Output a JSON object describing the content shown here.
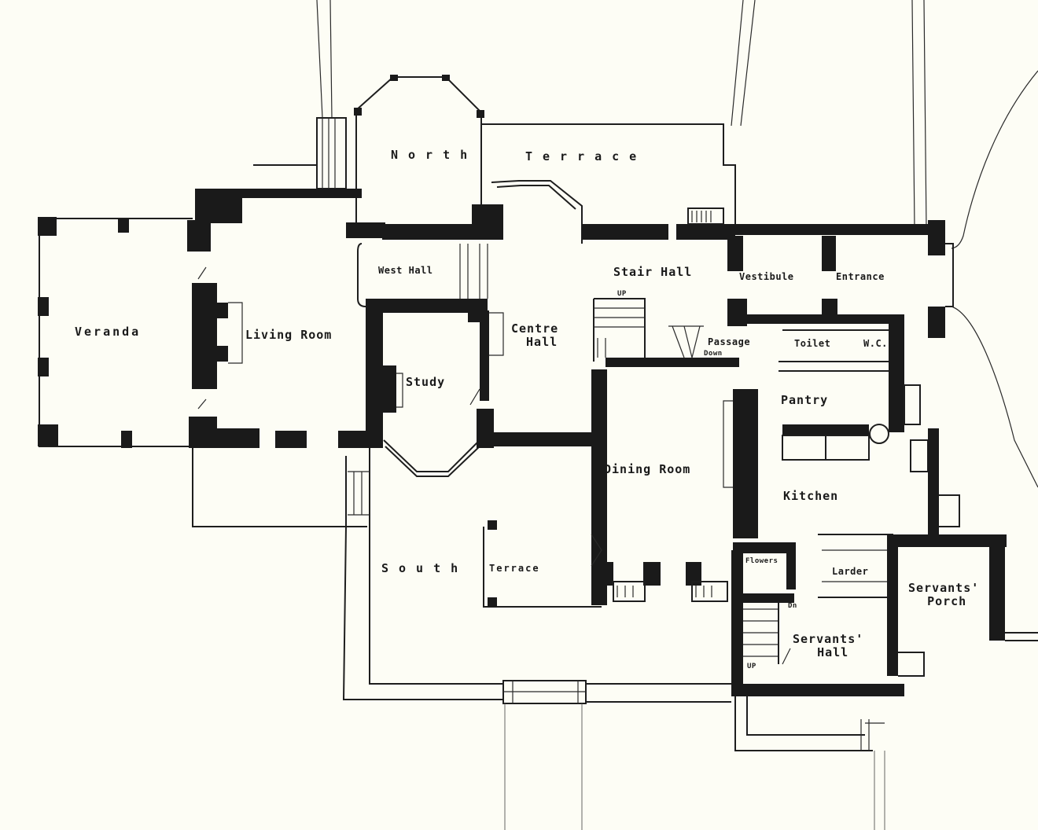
{
  "diagram": {
    "type": "architectural-floor-plan",
    "background_color": "#fdfdf5",
    "ink_color": "#1a1a1a"
  },
  "rooms": {
    "north_terrace_1": "North",
    "north_terrace_2": "Terrace",
    "veranda": "Veranda",
    "living_room": "Living Room",
    "west_hall": "West Hall",
    "study": "Study",
    "centre_hall_1": "Centre",
    "centre_hall_2": "Hall",
    "stair_hall": "Stair Hall",
    "vestibule": "Vestibule",
    "entrance": "Entrance",
    "passage": "Passage",
    "toilet": "Toilet",
    "wc": "W.C.",
    "pantry": "Pantry",
    "dining_room": "Dining Room",
    "kitchen": "Kitchen",
    "flowers": "Flowers",
    "larder": "Larder",
    "servants_porch_1": "Servants'",
    "servants_porch_2": "Porch",
    "servants_hall_1": "Servants'",
    "servants_hall_2": "Hall",
    "south_terrace_1": "South",
    "south_terrace_2": "Terrace"
  },
  "annotations": {
    "stair_up": "UP",
    "stair_down": "Down",
    "service_down": "Dn",
    "service_up": "UP"
  }
}
